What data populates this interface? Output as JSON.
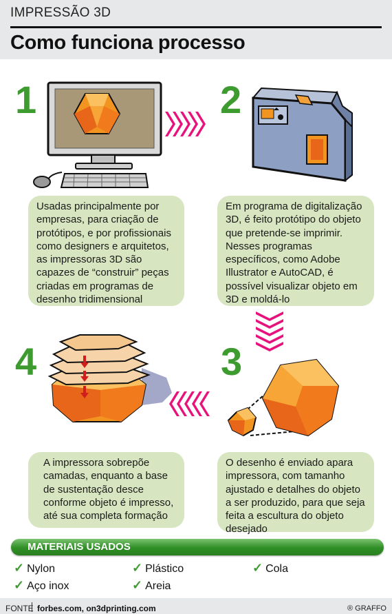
{
  "header": {
    "section": "IMPRESSÃO 3D",
    "title": "Como funciona processo"
  },
  "steps": [
    {
      "number": "1",
      "text": "Usadas principalmente por empresas, para criação de protótipos, e por profissionais como designers e arquitetos, as impressoras 3D são capazes de “construir” peças criadas em programas de desenho tridimensional"
    },
    {
      "number": "2",
      "text": "Em programa de digitalização 3D, é feito protótipo do objeto que pretende-se imprimir. Nesses programas específicos, como Adobe Illustrator e AutoCAD, é possível visualizar objeto em 3D e moldá-lo"
    },
    {
      "number": "3",
      "text": "O desenho é enviado apara impressora, com tamanho ajustado e detalhes do objeto a ser produzido, para que seja feita a escultura do objeto desejado"
    },
    {
      "number": "4",
      "text": "A impressora sobrepõe camadas, enquanto a base de sustentação desce conforme objeto é impresso, até sua completa formação"
    }
  ],
  "materials": {
    "title": "MATERIAIS USADOS",
    "items": [
      "Nylon",
      "Plástico",
      "Cola",
      "Aço inox",
      "Areia"
    ]
  },
  "footer": {
    "label": "FONTE",
    "source": "forbes.com, on3dprinting.com",
    "credit": "® GRAFFO"
  },
  "colors": {
    "accent_green": "#3d9b30",
    "box_green": "#d7e6c0",
    "arrow_pink": "#e8127c",
    "object_orange": "#f08a1e"
  }
}
